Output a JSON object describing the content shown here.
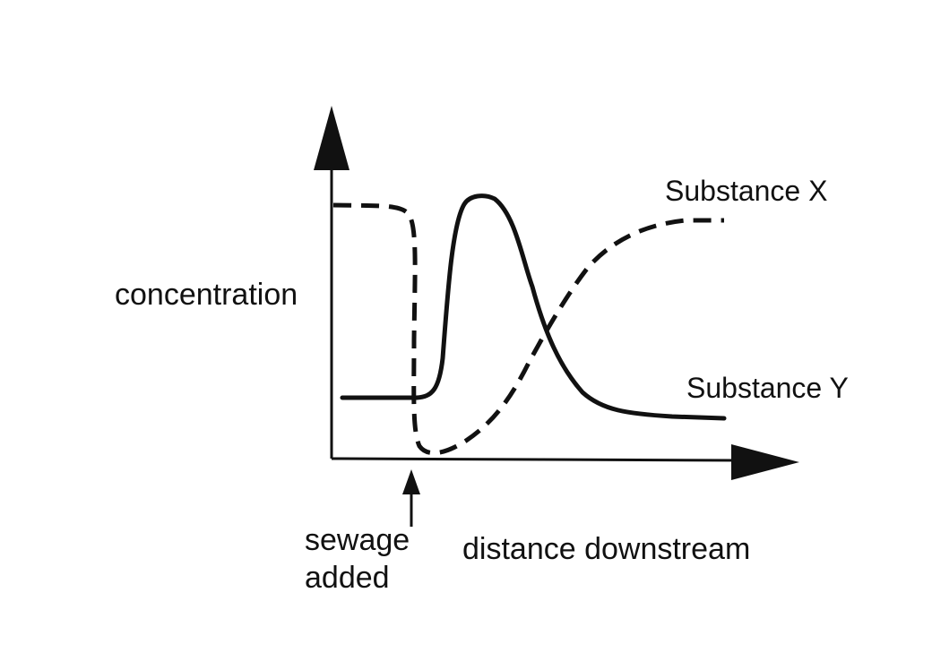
{
  "axes": {
    "y_label": "concentration",
    "x_label": "distance downstream"
  },
  "marker": {
    "line1": "sewage",
    "line2": "added"
  },
  "series": [
    {
      "name": "Substance X",
      "style": "dashed"
    },
    {
      "name": "Substance Y",
      "style": "solid"
    }
  ],
  "colors": {
    "ink": "#111111",
    "background": "#ffffff"
  }
}
